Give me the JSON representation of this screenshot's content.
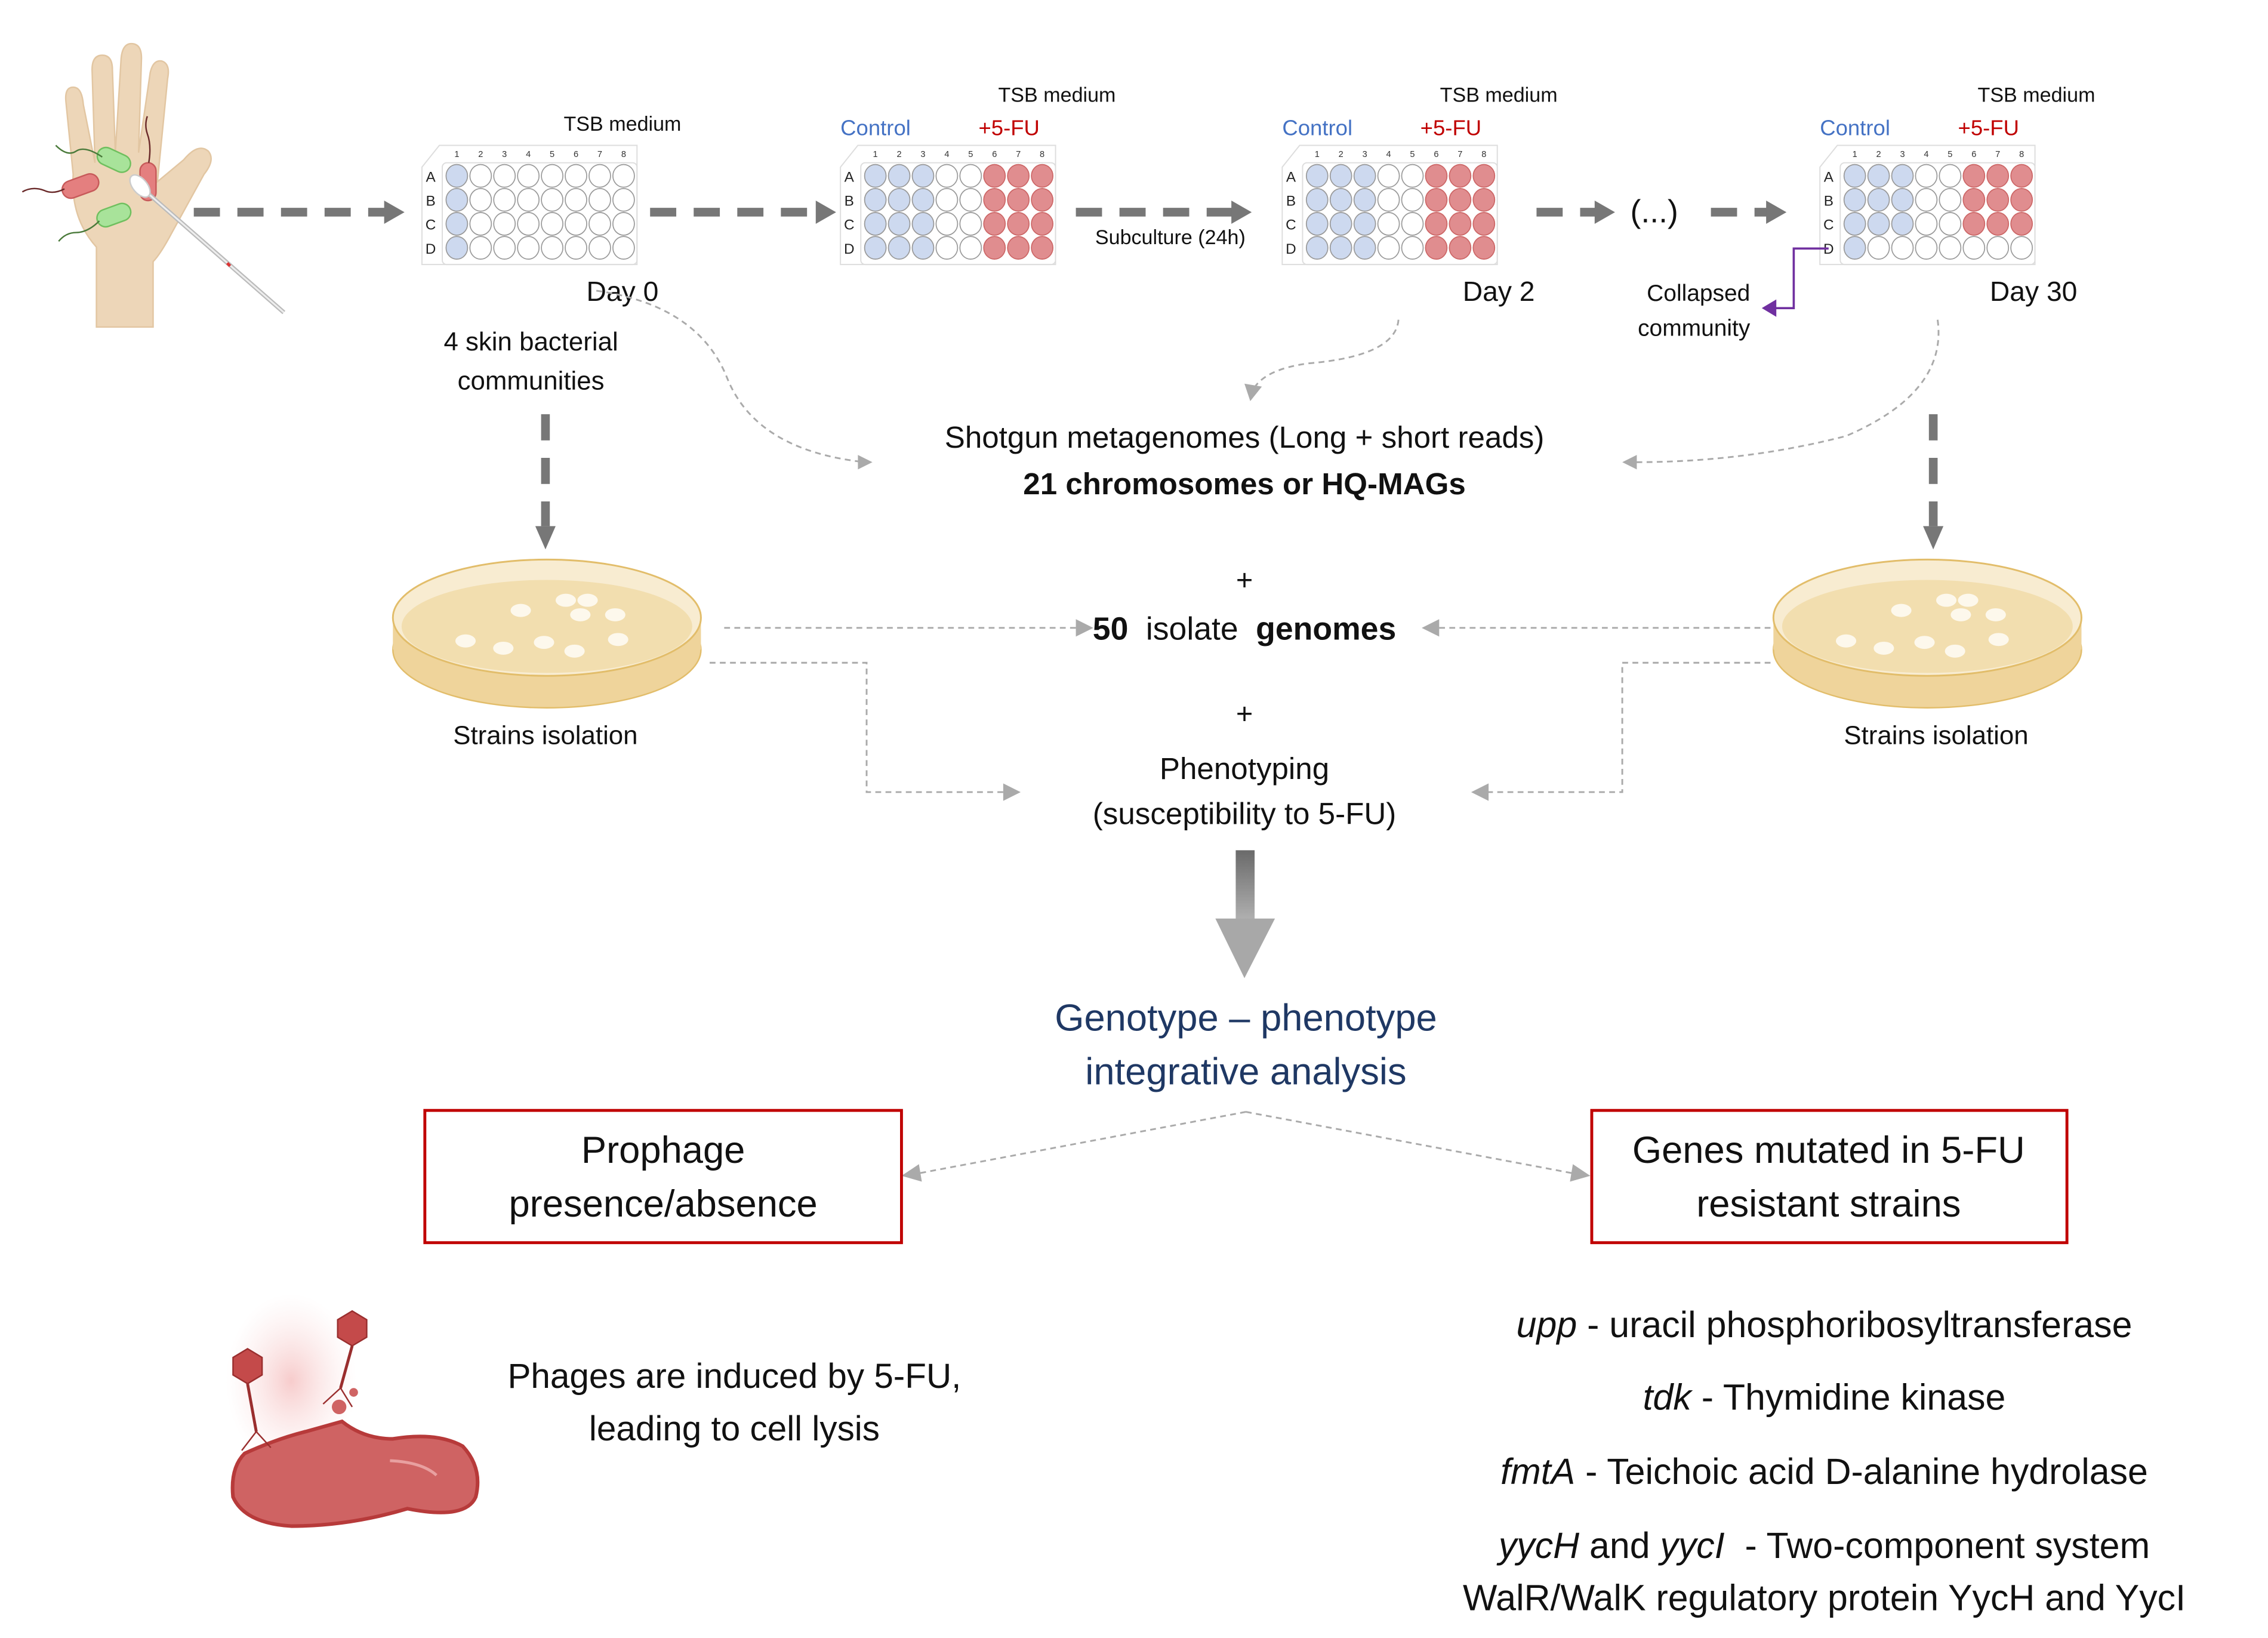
{
  "figure": {
    "source_swab": {
      "label": ""
    },
    "plates": [
      {
        "id": "day0",
        "medium": "TSB medium",
        "control_label": "",
        "fu_label": "",
        "day": "Day 0",
        "subtitle_lines": [
          "4 skin bacterial",
          "communities"
        ],
        "columns": [
          "1",
          "2",
          "3",
          "4",
          "5",
          "6",
          "7",
          "8"
        ],
        "rows": [
          "A",
          "B",
          "C",
          "D"
        ],
        "wells": [
          [
            "c",
            "e",
            "e",
            "e",
            "e",
            "e",
            "e",
            "e"
          ],
          [
            "c",
            "e",
            "e",
            "e",
            "e",
            "e",
            "e",
            "e"
          ],
          [
            "c",
            "e",
            "e",
            "e",
            "e",
            "e",
            "e",
            "e"
          ],
          [
            "c",
            "e",
            "e",
            "e",
            "e",
            "e",
            "e",
            "e"
          ]
        ]
      },
      {
        "id": "day1",
        "medium": "TSB medium",
        "control_label": "Control",
        "fu_label": "+5-FU",
        "day": "",
        "columns": [
          "1",
          "2",
          "3",
          "4",
          "5",
          "6",
          "7",
          "8"
        ],
        "rows": [
          "A",
          "B",
          "C",
          "D"
        ],
        "wells": [
          [
            "c",
            "c",
            "c",
            "e",
            "e",
            "f",
            "f",
            "f"
          ],
          [
            "c",
            "c",
            "c",
            "e",
            "e",
            "f",
            "f",
            "f"
          ],
          [
            "c",
            "c",
            "c",
            "e",
            "e",
            "f",
            "f",
            "f"
          ],
          [
            "c",
            "c",
            "c",
            "e",
            "e",
            "f",
            "f",
            "f"
          ]
        ]
      },
      {
        "id": "day2",
        "medium": "TSB medium",
        "control_label": "Control",
        "fu_label": "+5-FU",
        "day": "Day 2",
        "columns": [
          "1",
          "2",
          "3",
          "4",
          "5",
          "6",
          "7",
          "8"
        ],
        "rows": [
          "A",
          "B",
          "C",
          "D"
        ],
        "wells": [
          [
            "c",
            "c",
            "c",
            "e",
            "e",
            "f",
            "f",
            "f"
          ],
          [
            "c",
            "c",
            "c",
            "e",
            "e",
            "f",
            "f",
            "f"
          ],
          [
            "c",
            "c",
            "c",
            "e",
            "e",
            "f",
            "f",
            "f"
          ],
          [
            "c",
            "c",
            "c",
            "e",
            "e",
            "f",
            "f",
            "f"
          ]
        ]
      },
      {
        "id": "day30",
        "medium": "TSB medium",
        "control_label": "Control",
        "fu_label": "+5-FU",
        "day": "Day 30",
        "columns": [
          "1",
          "2",
          "3",
          "4",
          "5",
          "6",
          "7",
          "8"
        ],
        "rows": [
          "A",
          "B",
          "C",
          "D"
        ],
        "wells": [
          [
            "c",
            "c",
            "c",
            "e",
            "e",
            "f",
            "f",
            "f"
          ],
          [
            "c",
            "c",
            "c",
            "e",
            "e",
            "f",
            "f",
            "f"
          ],
          [
            "c",
            "c",
            "c",
            "e",
            "e",
            "f",
            "f",
            "f"
          ],
          [
            "c",
            "e",
            "e",
            "e",
            "e",
            "e",
            "e",
            "e"
          ]
        ]
      }
    ],
    "subculture_label": "Subculture (24h)",
    "ellipsis_label": "(...)",
    "collapsed_label_lines": [
      "Collapsed",
      "community"
    ],
    "metagenomes": {
      "line1": "Shotgun metagenomes (Long + short reads)",
      "line2": "21 chromosomes or HQ-MAGs"
    },
    "plus_1": "+",
    "isolates": {
      "count": "50",
      "word1": "isolate",
      "word2": "genomes"
    },
    "plus_2": "+",
    "phenotyping": {
      "line1": "Phenotyping",
      "line2": "(susceptibility to 5-FU)"
    },
    "strains_isolation_left": "Strains isolation",
    "strains_isolation_right": "Strains isolation",
    "integrative": {
      "line1": "Genotype – phenotype",
      "line2": "integrative analysis"
    },
    "box_left": {
      "line1": "Prophage",
      "line2": "presence/absence"
    },
    "box_right": {
      "line1": "Genes mutated in 5-FU",
      "line2": "resistant strains"
    },
    "phage_text": {
      "line1": "Phages are induced by 5-FU,",
      "line2": "leading to cell lysis"
    },
    "genes": [
      {
        "gene": "upp",
        "desc": " - uracil phosphoribosyltransferase"
      },
      {
        "gene": "tdk",
        "desc": " - Thymidine kinase"
      },
      {
        "gene": "fmtA",
        "desc": " - Teichoic acid D-alanine hydrolase"
      }
    ],
    "gene_pair": {
      "gene1": "yycH",
      "and": " and ",
      "gene2": "yycI",
      "desc": "  - Two-component system",
      "line2": "WalR/WalK regulatory protein YycH and YycI"
    },
    "colors": {
      "control_text": "#4472c4",
      "fu_text": "#c00000",
      "control_well": "#cdd9ef",
      "fu_well": "#e08d8f",
      "integrative_text": "#1f3864",
      "box_border": "#c00000",
      "collapsed_arrow": "#7030a0",
      "flow_arrow": "#777777",
      "petri": "#f0dcaa"
    }
  }
}
